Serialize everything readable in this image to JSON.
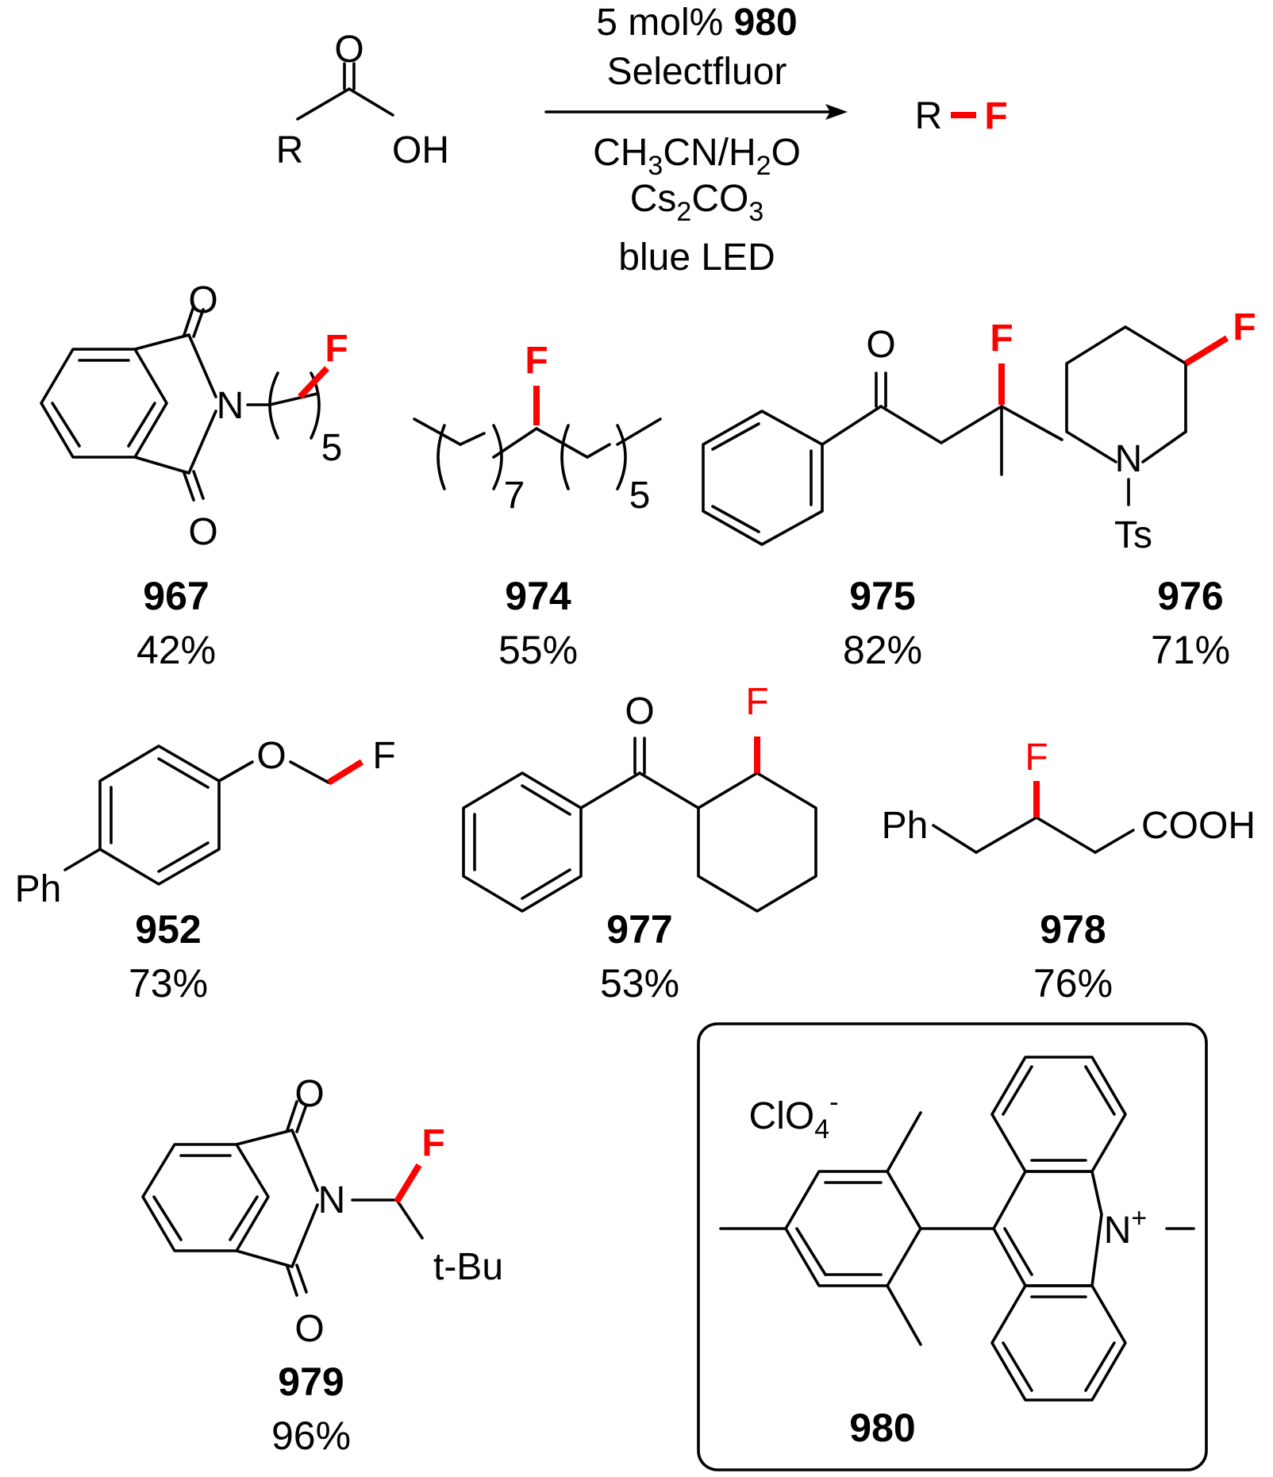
{
  "reaction": {
    "reactant": {
      "r": "R",
      "o": "O",
      "oh": "OH"
    },
    "conditions": {
      "line1_prefix": "5 mol% ",
      "line1_catalyst": "980",
      "line2": "Selectfluor",
      "line3_a": "CH",
      "line3_sub1": "3",
      "line3_b": "CN/H",
      "line3_sub2": "2",
      "line3_c": "O",
      "line4_a": "Cs",
      "line4_sub1": "2",
      "line4_b": "CO",
      "line4_sub2": "3",
      "line5": "blue LED"
    },
    "product": {
      "r": "R",
      "f": "F"
    }
  },
  "compounds": [
    {
      "id": "967",
      "yield": "42%"
    },
    {
      "id": "974",
      "yield": "55%"
    },
    {
      "id": "975",
      "yield": "82%"
    },
    {
      "id": "976",
      "yield": "71%"
    },
    {
      "id": "952",
      "yield": "73%"
    },
    {
      "id": "977",
      "yield": "53%"
    },
    {
      "id": "978",
      "yield": "76%"
    },
    {
      "id": "979",
      "yield": "96%"
    }
  ],
  "catalyst": {
    "id": "980",
    "counterion": "ClO",
    "counterion_sub": "4",
    "counterion_charge": "-",
    "n_label": "N",
    "n_charge": "+"
  },
  "atom_labels": {
    "o": "O",
    "n": "N",
    "f": "F",
    "ts": "Ts",
    "ph": "Ph",
    "cooh": "COOH",
    "tbu": "t-Bu",
    "rep5": "5",
    "rep7": "7"
  },
  "colors": {
    "highlight": "#ff0000",
    "ink": "#000000"
  }
}
